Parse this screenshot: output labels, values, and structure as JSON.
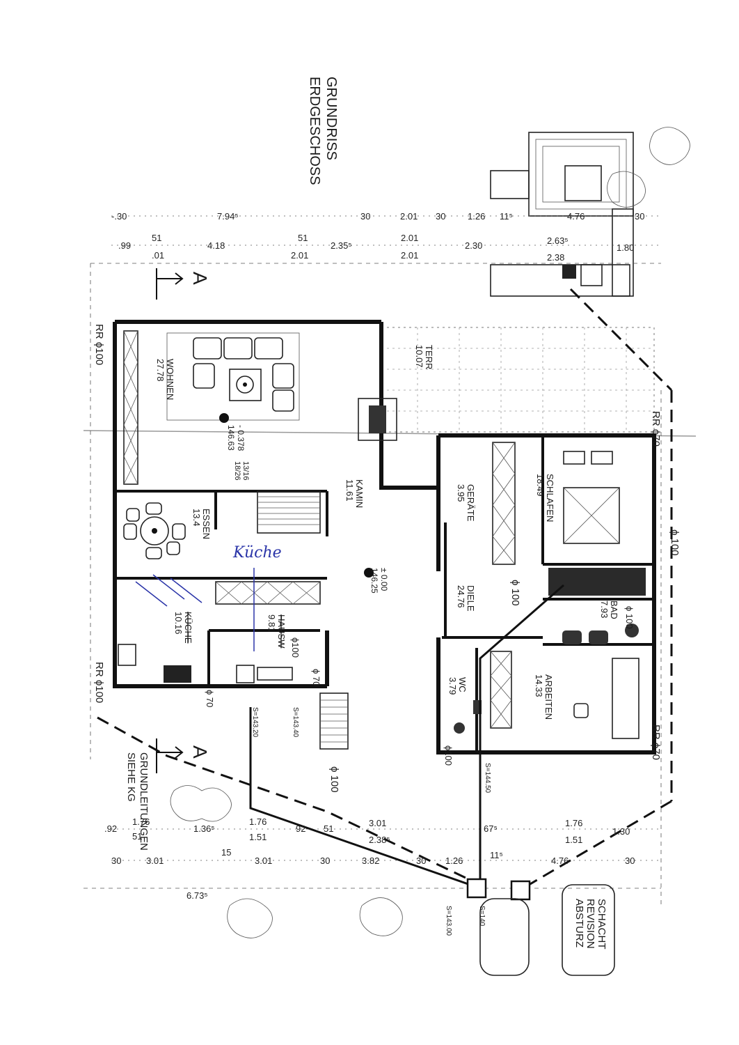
{
  "title": {
    "line1": "GRUNDRISS",
    "line2": "ERDGESCHOSS"
  },
  "section_marks": {
    "top": "A",
    "bottom": "A"
  },
  "rooms": {
    "wohnen": {
      "name": "WOHNEN",
      "area": "27.78"
    },
    "terr": {
      "name": "TERR",
      "area": "10.07"
    },
    "kamin": {
      "name": "KAMIN",
      "area": "11.61"
    },
    "geraete": {
      "name": "GERÄTE",
      "area": "3.95"
    },
    "schlafen": {
      "name": "SCHLAFEN",
      "area": "18.49"
    },
    "essen": {
      "name": "ESSEN",
      "area": "13.4"
    },
    "diele": {
      "name": "DIELE",
      "area": "24.76"
    },
    "bad": {
      "name": "BAD",
      "area": "7.93"
    },
    "kueche": {
      "name": "KÜCHE",
      "area": "10.16"
    },
    "hausw": {
      "name": "HAUSW",
      "area": "9.81"
    },
    "wc": {
      "name": "WC",
      "area": "3.79"
    },
    "arbeiten": {
      "name": "ARBEITEN",
      "area": "14.33"
    }
  },
  "handwriting": {
    "kueche": "Küche"
  },
  "levels": {
    "center": "± 0.00",
    "center_elev": "146.25",
    "wohnen_level": "- 0.378",
    "wohnen_elev": "146.63",
    "stair": "13/16",
    "stair2": "18/26"
  },
  "pipes": {
    "rr_100_a": "RR ϕ100",
    "rr_100_b": "RR ϕ100",
    "rr_70_a": "RR ϕ70",
    "rr_70_b": "RR ϕ70",
    "p100_a": "ϕ 100",
    "p100_b": "ϕ 100",
    "p100_c": "ϕ 100",
    "p100_d": "ϕ100",
    "p100_e": "ϕ100",
    "p70_a": "ϕ 70",
    "p70_b": "ϕ 70",
    "p100_f": "ϕ 100"
  },
  "levels_s": {
    "s1": "S=143.20",
    "s2": "S=143.40",
    "s3": "S=144.50",
    "s4": "S=143.00",
    "s5": "S=140"
  },
  "notes": {
    "grundleitungen": "GRUNDLEITUNGEN",
    "siehe_kg": "SIEHE KG",
    "schacht": "SCHACHT",
    "revision": "REVISION",
    "absturz": "ABSTURZ"
  },
  "dims_top1": [
    "-.30",
    "7.94⁵",
    "30",
    "2.01",
    "30",
    "1.26",
    "11⁵",
    "4.76",
    "30"
  ],
  "dims_top2": [
    ".99",
    "51",
    "4.18",
    "51",
    "2.35⁵",
    "2.01",
    "2.30",
    "2.63⁵",
    "1.80"
  ],
  "dims_top3": [
    ".01",
    "2.01",
    "2.01",
    "2.38"
  ],
  "dims_bot1": [
    ".92",
    "1.76",
    "1.36⁵",
    "1.76",
    "92",
    "51",
    "3.01",
    "67⁵",
    "1.76",
    "1.30"
  ],
  "dims_bot2": [
    "51",
    "1.51",
    "2.38⁵",
    "1.51"
  ],
  "dims_bot3": [
    "30",
    "3.01",
    "15",
    "3.01",
    "30",
    "3.82",
    "30",
    "1.26",
    "11⁵",
    "4.76",
    "30"
  ],
  "dims_bot4": [
    "6.73⁵"
  ]
}
